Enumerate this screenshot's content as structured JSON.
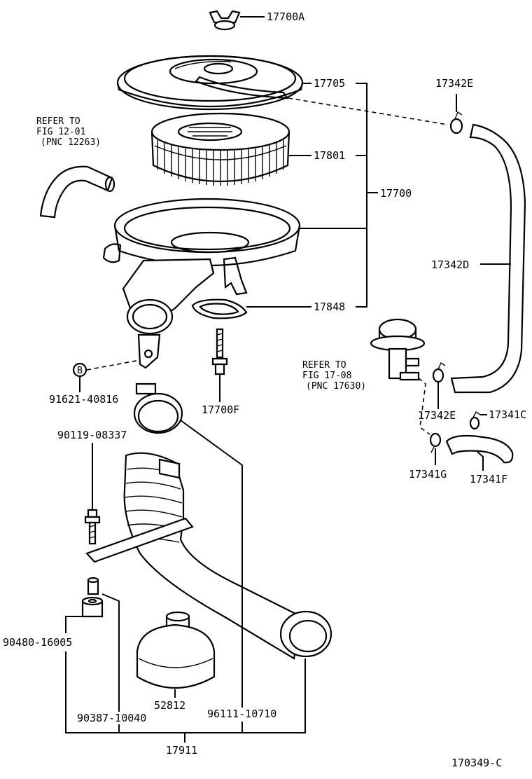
{
  "labels": {
    "p17700A": "17700A",
    "p17705": "17705",
    "p17801": "17801",
    "p17700": "17700",
    "p17848": "17848",
    "p17342E_top": "17342E",
    "p17342D": "17342D",
    "p17342E_mid": "17342E",
    "p17341C": "17341C",
    "p17341G": "17341G",
    "p17341F": "17341F",
    "p91621": "91621-40816",
    "p17700F": "17700F",
    "p90119": "90119-08337",
    "p90480": "90480-16005",
    "p52812": "52812",
    "p90387": "90387-10040",
    "p96111": "96111-10710",
    "p17911": "17911",
    "diagram_id": "170349-C"
  },
  "refs": {
    "ref1_line1": "REFER TO",
    "ref1_line2": "FIG 12-01",
    "ref1_line3": "(PNC 12263)",
    "ref2_line1": "REFER TO",
    "ref2_line2": "FIG 17-08",
    "ref2_line3": "(PNC 17630)"
  },
  "bolt_marker": "B",
  "colors": {
    "ink": "#000000",
    "paper": "#ffffff"
  }
}
